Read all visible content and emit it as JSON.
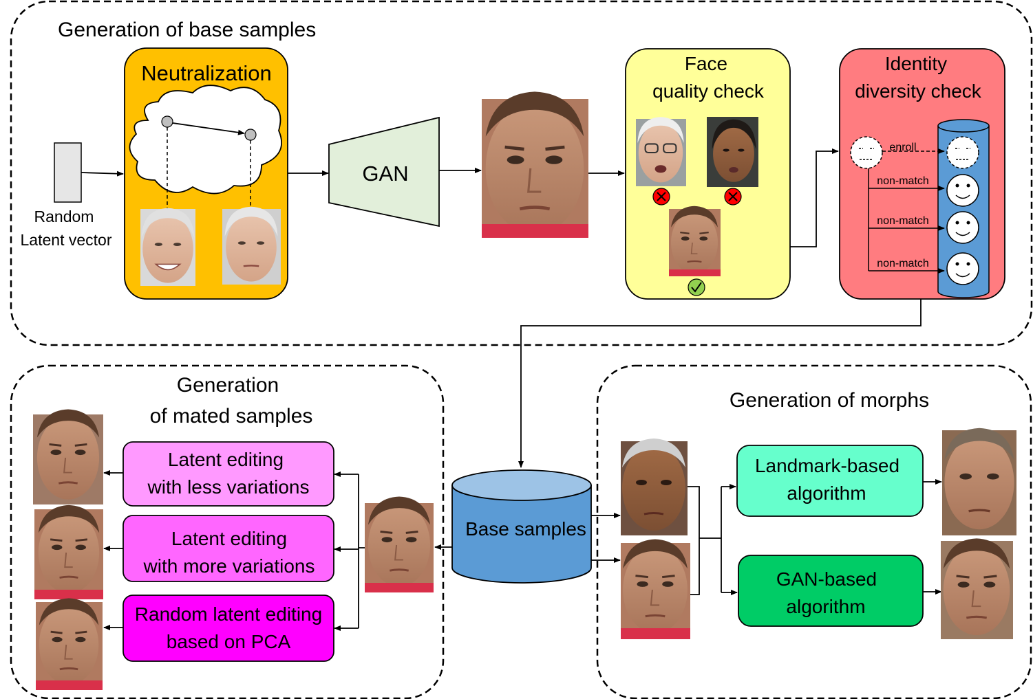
{
  "sections": {
    "base": {
      "title": "Generation of base samples"
    },
    "mated": {
      "title_line1": "Generation",
      "title_line2": "of mated samples"
    },
    "morphs": {
      "title": "Generation of morphs"
    }
  },
  "input": {
    "label_line1": "Random",
    "label_line2": "Latent vector"
  },
  "neutralization": {
    "title": "Neutralization"
  },
  "gan": {
    "label": "GAN"
  },
  "face_quality": {
    "title_line1": "Face",
    "title_line2": "quality check",
    "results": [
      "reject",
      "reject",
      "accept"
    ]
  },
  "identity_check": {
    "title_line1": "Identity",
    "title_line2": "diversity check",
    "edges": [
      "enroll",
      "non-match",
      "non-match",
      "non-match"
    ]
  },
  "database": {
    "label": "Base samples"
  },
  "mated_methods": [
    {
      "line1": "Latent editing",
      "line2": "with less variations",
      "color": "#FF99FF"
    },
    {
      "line1": "Latent editing",
      "line2": "with more variations",
      "color": "#FF66FF"
    },
    {
      "line1": "Random latent editing",
      "line2": "based on PCA",
      "color": "#FF00FF"
    }
  ],
  "morph_methods": [
    {
      "line1": "Landmark-based",
      "line2": "algorithm",
      "color": "#66FFCC"
    },
    {
      "line1": "GAN-based",
      "line2": "algorithm",
      "color": "#00CC66"
    }
  ],
  "colors": {
    "neutralization": "#FFC000",
    "gan": "#E2EFDA",
    "face_quality": "#FFFF99",
    "identity_check": "#FF7C80",
    "database": "#5B9BD5",
    "reject": "#FF0000",
    "accept": "#92D050"
  }
}
